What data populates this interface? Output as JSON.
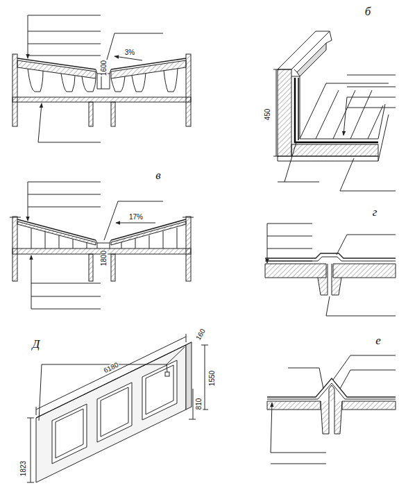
{
  "diagram": {
    "labels": [
      "б",
      "3%",
      "1600",
      "450",
      "в",
      "17%",
      "1800",
      "г",
      "Д",
      "6180",
      "160",
      "1550",
      "810",
      "1823",
      "е"
    ]
  }
}
